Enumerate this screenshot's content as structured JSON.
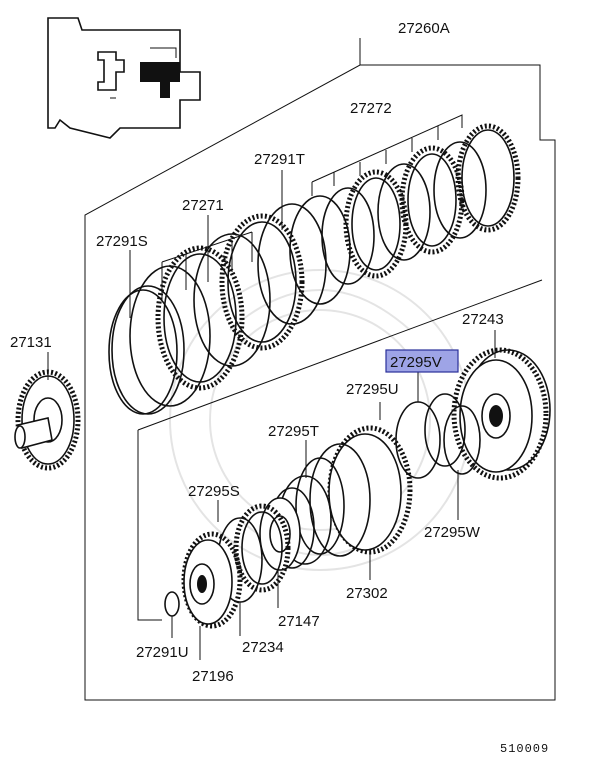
{
  "diagram": {
    "highlighted_part": "27295V",
    "labels": {
      "p27260A": "27260A",
      "p27272": "27272",
      "p27291T": "27291T",
      "p27271": "27271",
      "p27291S": "27291S",
      "p27131": "27131",
      "p27243": "27243",
      "p27295V": "27295V",
      "p27295U": "27295U",
      "p27295T": "27295T",
      "p27295S": "27295S",
      "p27295W": "27295W",
      "p27302": "27302",
      "p27147": "27147",
      "p27234": "27234",
      "p27291U": "27291U",
      "p27196": "27196"
    },
    "figure_code": "510009",
    "colors": {
      "highlight_fill": "#9ea4e6",
      "highlight_border": "#2a2f9a",
      "ink": "#111111"
    }
  }
}
